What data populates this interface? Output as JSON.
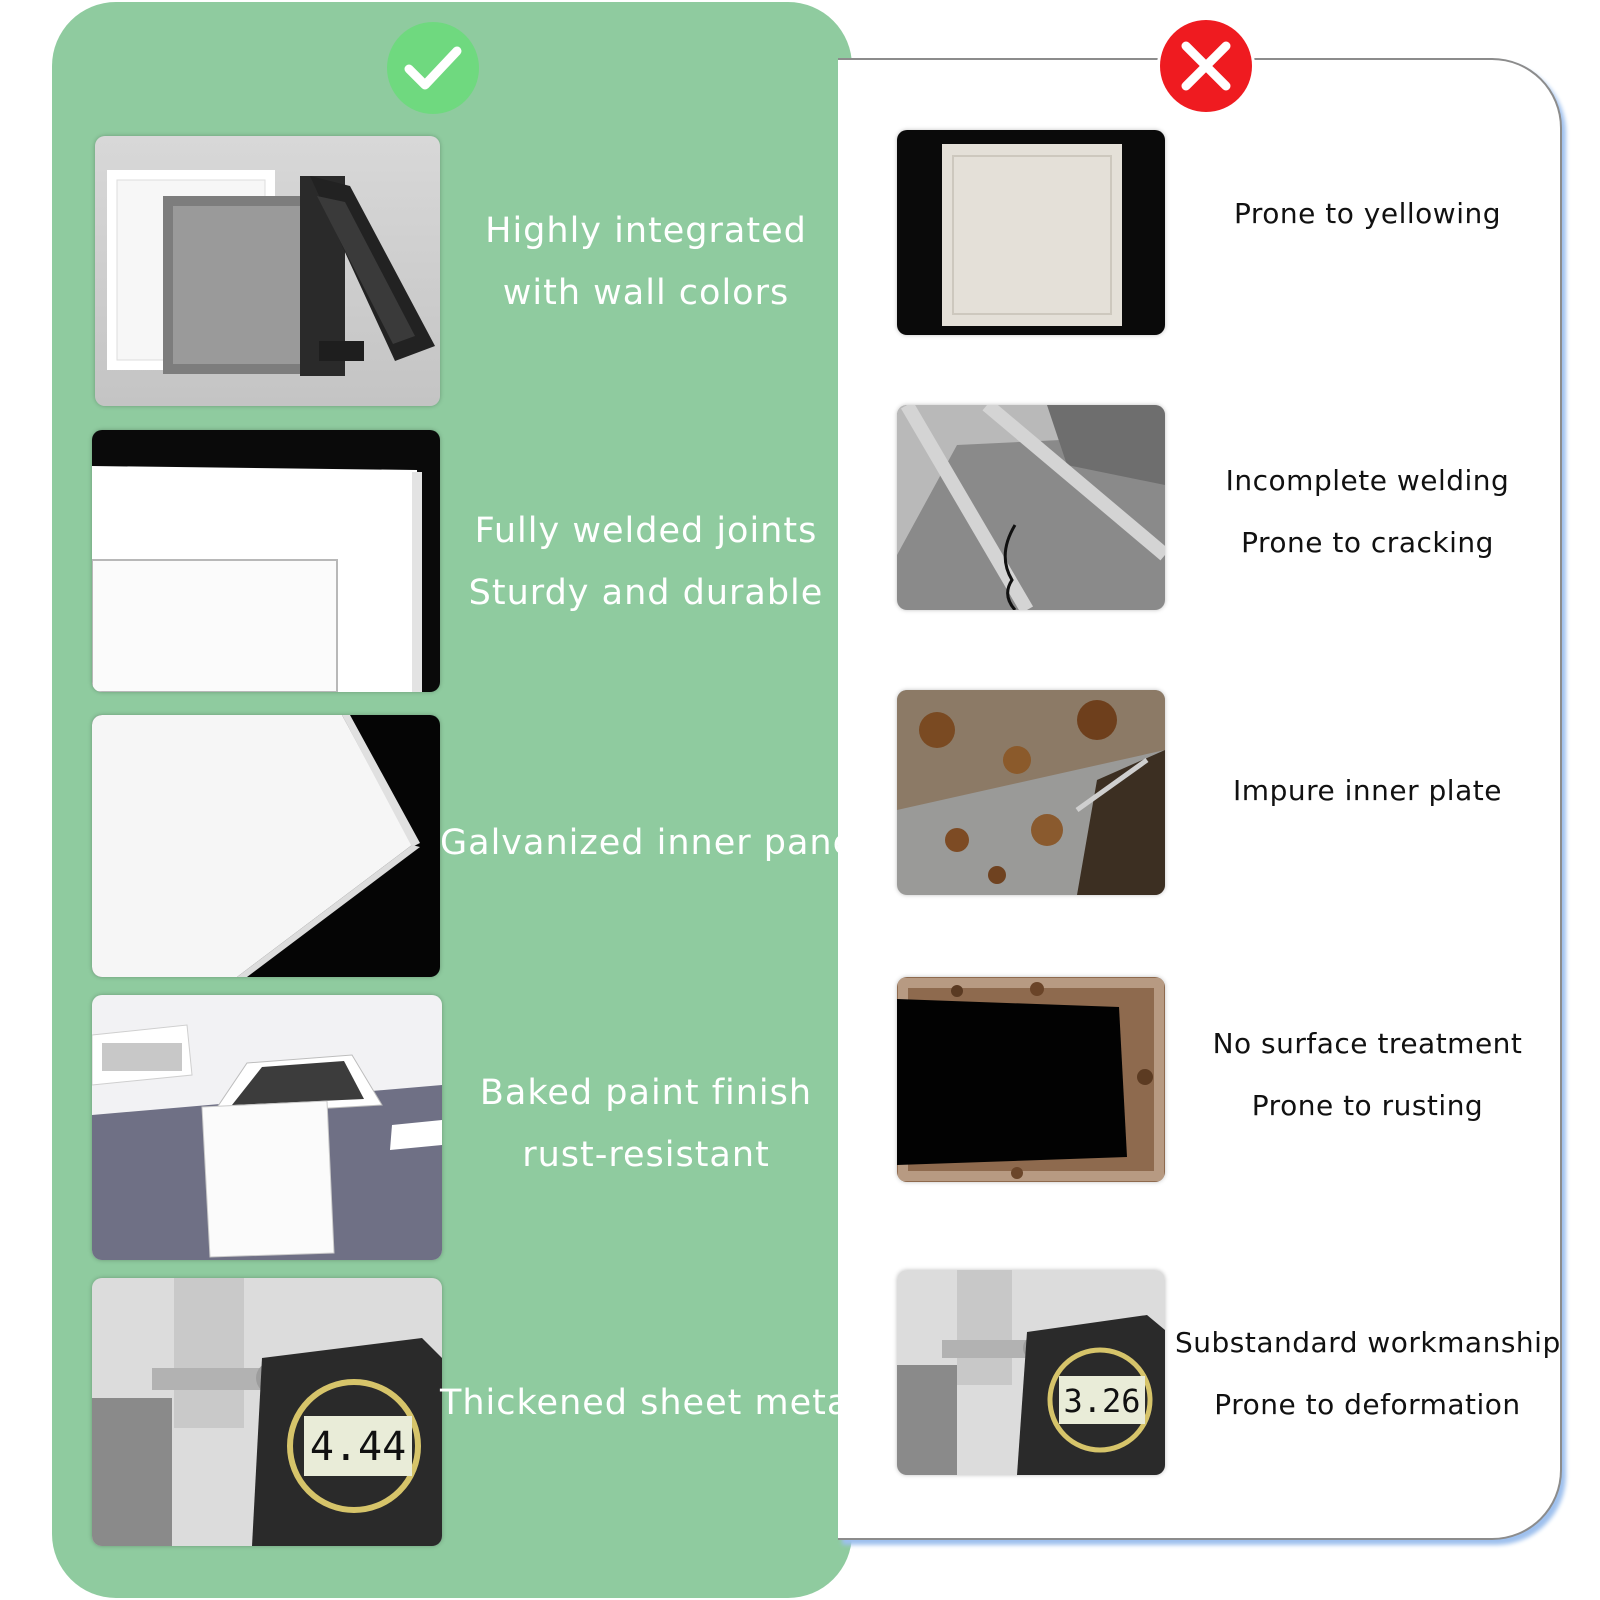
{
  "good": {
    "icon": "checkmark-icon",
    "color": "#8fcb9f",
    "items": [
      {
        "lines": [
          "Highly integrated",
          "with wall colors"
        ]
      },
      {
        "lines": [
          "Fully welded joints",
          "Sturdy and durable"
        ]
      },
      {
        "lines": [
          "Galvanized inner panel"
        ]
      },
      {
        "lines": [
          "Baked paint finish",
          "rust-resistant"
        ]
      },
      {
        "lines": [
          "Thickened sheet metal"
        ],
        "meter_reading": "4.44"
      }
    ]
  },
  "bad": {
    "icon": "cross-icon",
    "color": "#ef1b20",
    "items": [
      {
        "lines": [
          "Prone to yellowing"
        ]
      },
      {
        "lines": [
          "Incomplete welding",
          "Prone to cracking"
        ]
      },
      {
        "lines": [
          "Impure inner plate"
        ]
      },
      {
        "lines": [
          "No surface treatment",
          "Prone to rusting"
        ]
      },
      {
        "lines": [
          "Substandard workmanship",
          "Prone to deformation"
        ],
        "meter_reading": "3.26"
      }
    ]
  }
}
